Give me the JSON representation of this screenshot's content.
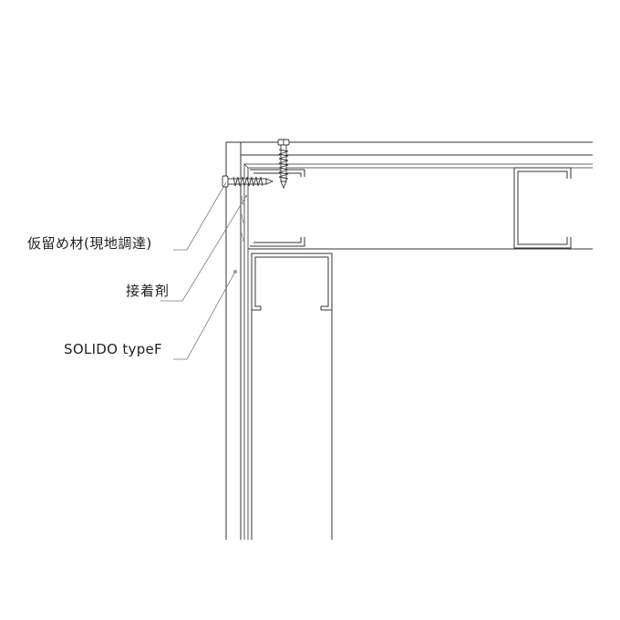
{
  "labels": [
    {
      "text": "仮留め材(現地調達)"
    },
    {
      "text": "接着剤"
    },
    {
      "text": "SOLIDO typeF"
    }
  ],
  "colors": {
    "line": "#333333",
    "leader": "#7a7a7a",
    "text": "#222222"
  }
}
